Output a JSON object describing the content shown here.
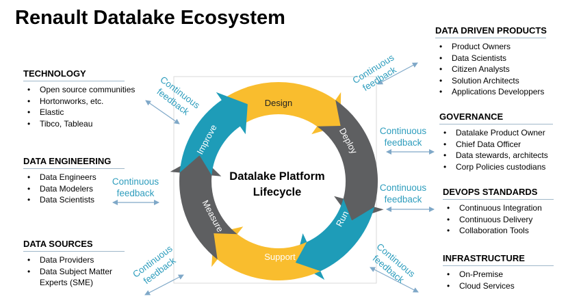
{
  "title": "Renault Datalake Ecosystem",
  "center": {
    "line1": "Datalake Platform",
    "line2": "Lifecycle"
  },
  "stages": {
    "design": "Design",
    "deploy": "Deploy",
    "run": "Run",
    "support": "Support",
    "measure": "Measure",
    "improve": "Improve"
  },
  "feedback": {
    "line1": "Continuous",
    "line2": "feedback"
  },
  "colors": {
    "gold": "#f9bd2e",
    "dark": "#5e5f61",
    "teal": "#1e9cb8",
    "text_teal": "#2e9dbd",
    "arrow": "#7fa8c8"
  },
  "sections": {
    "technology": {
      "heading": "TECHNOLOGY",
      "items": [
        "Open source communities",
        "Hortonworks, etc.",
        "Elastic",
        "Tibco, Tableau"
      ]
    },
    "data_engineering": {
      "heading": "DATA ENGINEERING",
      "items": [
        "Data Engineers",
        "Data Modelers",
        "Data Scientists"
      ]
    },
    "data_sources": {
      "heading": "DATA SOURCES",
      "items": [
        "Data Providers",
        "Data Subject Matter Experts (SME)"
      ]
    },
    "data_driven_products": {
      "heading": "DATA DRIVEN PRODUCTS",
      "items": [
        "Product Owners",
        "Data Scientists",
        "Citizen Analysts",
        "Solution Architects",
        "Applications Developpers"
      ]
    },
    "governance": {
      "heading": "GOVERNANCE",
      "items": [
        "Datalake Product Owner",
        "Chief Data Officer",
        "Data stewards, architects",
        "Corp Policies custodians"
      ]
    },
    "devops_standards": {
      "heading": "DEVOPS STANDARDS",
      "items": [
        "Continuous Integration",
        "Continuous Delivery",
        "Collaboration Tools"
      ]
    },
    "infrastructure": {
      "heading": "INFRASTRUCTURE",
      "items": [
        "On-Premise",
        "Cloud Services"
      ]
    }
  }
}
